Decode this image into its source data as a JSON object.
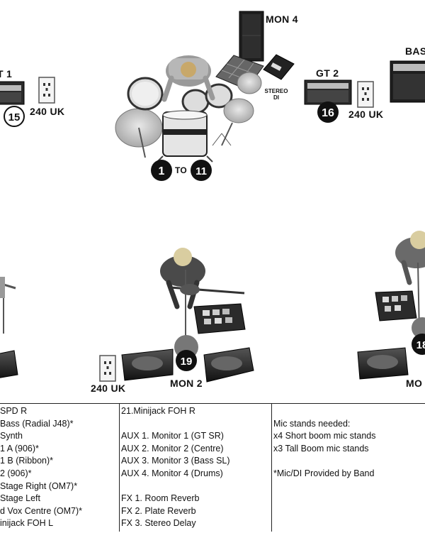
{
  "stage": {
    "labels": {
      "mon4": "MON 4",
      "gt1": "T 1",
      "gt2": "GT 2",
      "bass": "BAS",
      "stereo_di": "STEREO DI",
      "mon2": "MON 2",
      "mon_right": "MO",
      "drums_to": "TO"
    },
    "power": [
      "240 UK",
      "240 UK",
      "240 UK"
    ],
    "badges": {
      "gt1": "15",
      "gt2": "16",
      "drums_start": "1",
      "drums_end": "11",
      "centre_vox": "19",
      "right_vox": "18"
    }
  },
  "channel_list": {
    "col1": [
      "SPD R",
      "Bass (Radial J48)*",
      "Synth",
      "1 A (906)*",
      "1 B (Ribbon)*",
      "2 (906)*",
      "Stage Right (OM7)*",
      "Stage Left",
      "d Vox Centre (OM7)*",
      "inijack FOH L"
    ],
    "col2": [
      "21.Minijack FOH R",
      "",
      "AUX 1. Monitor 1 (GT SR)",
      "AUX 2. Monitor 2 (Centre)",
      "AUX 3. Monitor 3 (Bass SL)",
      "AUX 4. Monitor 4 (Drums)",
      "",
      "FX 1. Room Reverb",
      "FX 2. Plate Reverb",
      "FX 3. Stereo Delay"
    ],
    "col3": [
      "",
      "Mic stands needed:",
      "x4 Short boom mic stands",
      "x3 Tall Boom mic stands",
      "",
      "*Mic/DI Provided by Band"
    ]
  }
}
